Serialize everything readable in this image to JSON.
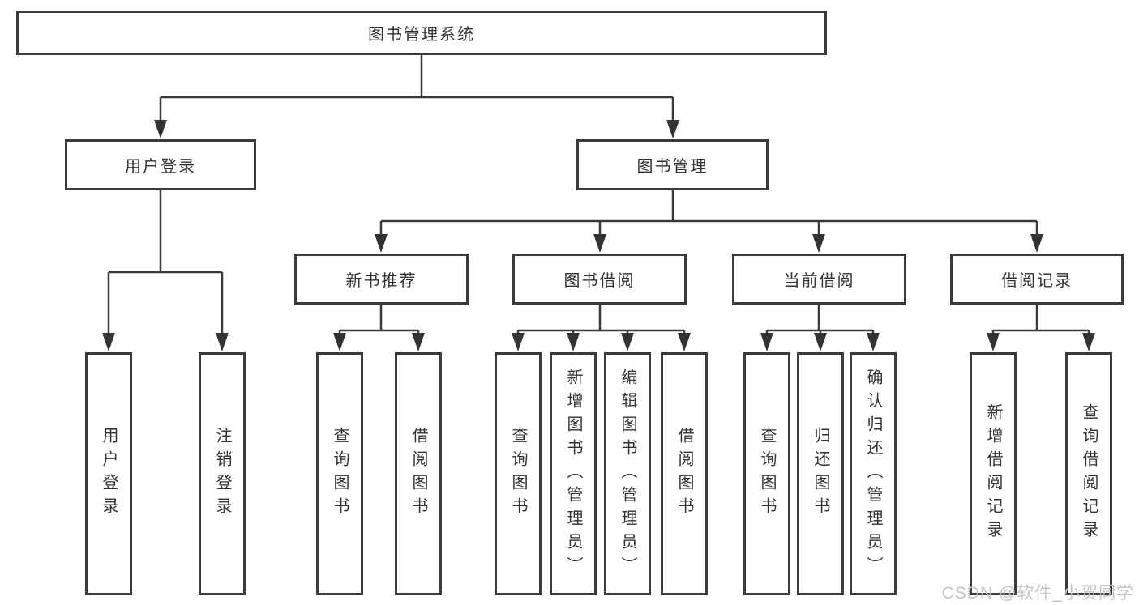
{
  "tree": {
    "root": {
      "label": "图书管理系统"
    },
    "branches": [
      {
        "label": "用户登录",
        "children": [
          {
            "label": "用户登录"
          },
          {
            "label": "注销登录"
          }
        ]
      },
      {
        "label": "图书管理",
        "children": [
          {
            "label": "新书推荐",
            "children": [
              {
                "label": "查询图书"
              },
              {
                "label": "借阅图书"
              }
            ]
          },
          {
            "label": "图书借阅",
            "children": [
              {
                "label": "查询图书"
              },
              {
                "label": "新增图书（管理员）"
              },
              {
                "label": "编辑图书（管理员）"
              },
              {
                "label": "借阅图书"
              }
            ]
          },
          {
            "label": "当前借阅",
            "children": [
              {
                "label": "查询图书"
              },
              {
                "label": "归还图书"
              },
              {
                "label": "确认归还（管理员）"
              }
            ]
          },
          {
            "label": "借阅记录",
            "children": [
              {
                "label": "新增借阅记录"
              },
              {
                "label": "查询借阅记录"
              }
            ]
          }
        ]
      }
    ]
  },
  "watermark": {
    "text": "CSDN @软件_小贺同学"
  },
  "colors": {
    "line": "#3a3a3a",
    "box_border": "#3a3a3a",
    "text": "#333333",
    "watermark": "#c6c5c5",
    "background": "#ffffff"
  }
}
